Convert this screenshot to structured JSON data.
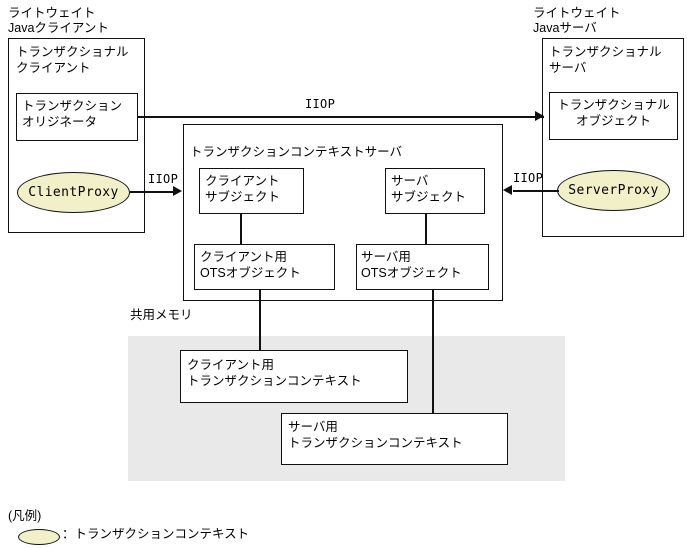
{
  "diagram": {
    "title_left": "ライトウェイト\nJavaクライアント",
    "title_right": "ライトウェイト\nJavaサーバ",
    "client_container": "トランザクショナル\nクライアント",
    "client_originator": "トランザクション\nオリジネータ",
    "client_proxy": "ClientProxy",
    "server_container": "トランザクショナル\nサーバ",
    "server_object": "トランザクショナル\nオブジェクト",
    "server_proxy": "ServerProxy",
    "context_server_title": "トランザクションコンテキストサーバ",
    "client_subject": "クライアント\nサブジェクト",
    "server_subject": "サーバ\nサブジェクト",
    "client_ots_object": "クライアント用\nOTSオブジェクト",
    "server_ots_object": "サーバ用\nOTSオブジェクト",
    "shared_memory_label": "共用メモリ",
    "client_context": "クライアント用\nトランザクションコンテキスト",
    "server_context": "サーバ用\nトランザクションコンテキスト",
    "protocol_top": "IIOP",
    "protocol_left": "IIOP",
    "protocol_right": "IIOP",
    "legend_heading": "(凡例)",
    "legend_entry": "：トランザクションコンテキスト",
    "colors": {
      "context_fill": "#f2f0c8",
      "shared_memory_fill": "#e9e9e9",
      "stroke": "#111111",
      "background": "#ffffff"
    }
  }
}
